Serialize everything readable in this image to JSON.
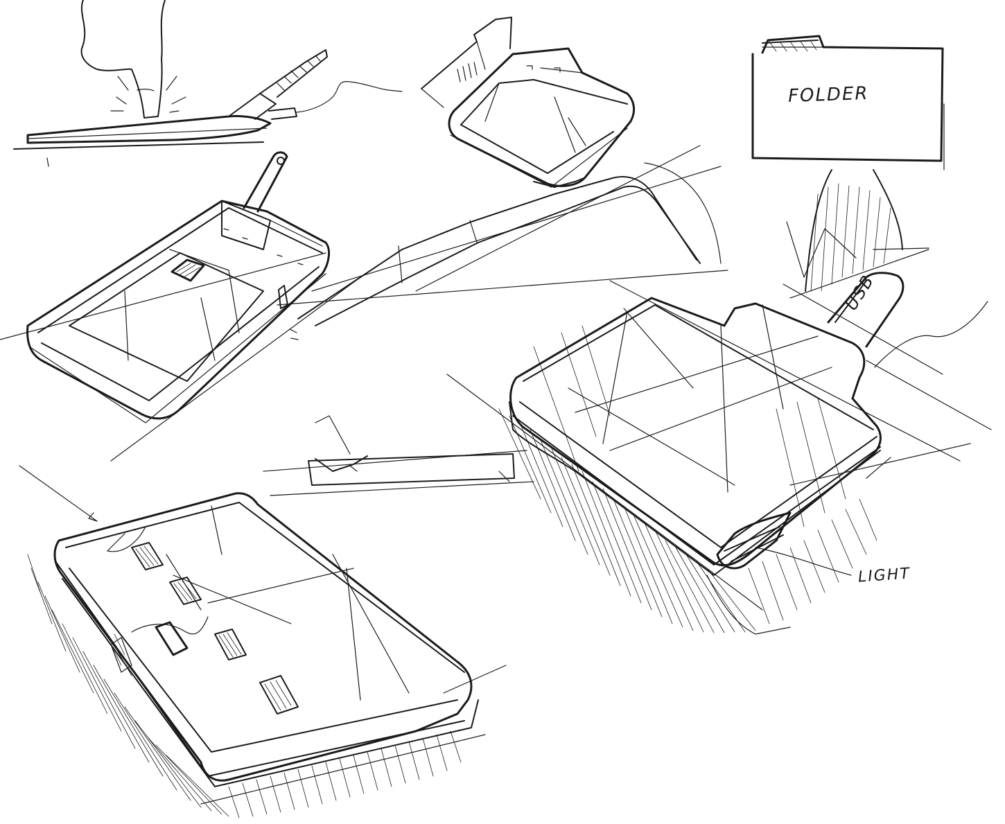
{
  "labels": {
    "folder": "FOLDER",
    "light": "LIGHT",
    "usb": "USB"
  },
  "colors": {
    "ink": "#1a1a1a",
    "paper": "#ffffff"
  }
}
